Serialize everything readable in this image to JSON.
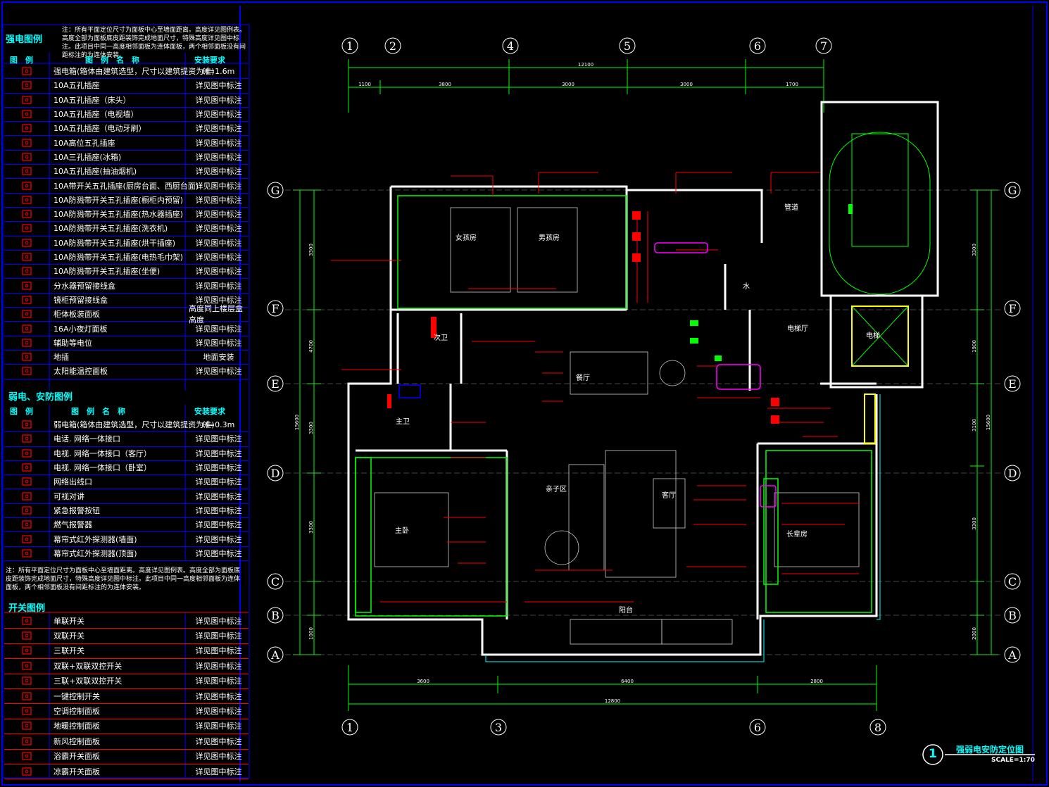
{
  "strong_legend": {
    "title": "强电图例",
    "note": "注：所有平面定位尺寸为面板中心至墙面距离。高度详见图例表。高度全部为面板底皮距装饰完成地面尺寸，特殊高度详见图中标注。此项目中同一高度相邻面板为连体面板，两个相邻面板没有间距标注的为连体安装。",
    "header": {
      "symbol": "图　例",
      "name": "图　例　名　称",
      "req": "安装要求"
    },
    "items": [
      {
        "name": "强电箱(箱体由建筑选型，尺寸以建筑提资为准)",
        "req": "H=1.6m"
      },
      {
        "name": "10A五孔插座",
        "req": "详见图中标注"
      },
      {
        "name": "10A五孔插座（床头）",
        "req": "详见图中标注"
      },
      {
        "name": "10A五孔插座（电视墙）",
        "req": "详见图中标注"
      },
      {
        "name": "10A五孔插座（电动牙刷）",
        "req": "详见图中标注"
      },
      {
        "name": "10A高位五孔插座",
        "req": "详见图中标注"
      },
      {
        "name": "10A三孔插座(冰箱)",
        "req": "详见图中标注"
      },
      {
        "name": "10A五孔插座(抽油烟机)",
        "req": "详见图中标注"
      },
      {
        "name": "10A带开关五孔插座(厨房台面、西厨台面)",
        "req": "详见图中标注"
      },
      {
        "name": "10A防溅带开关五孔插座(橱柜内预留)",
        "req": "详见图中标注"
      },
      {
        "name": "10A防溅带开关五孔插座(热水器插座)",
        "req": "详见图中标注"
      },
      {
        "name": "10A防溅带开关五孔插座(洗衣机)",
        "req": "详见图中标注"
      },
      {
        "name": "10A防溅带开关五孔插座(烘干插座)",
        "req": "详见图中标注"
      },
      {
        "name": "10A防溅带开关五孔插座(电热毛巾架)",
        "req": "详见图中标注"
      },
      {
        "name": "10A防溅带开关五孔插座(坐便)",
        "req": "详见图中标注"
      },
      {
        "name": "分水器预留接线盒",
        "req": "详见图中标注"
      },
      {
        "name": "镜柜预留接线盒",
        "req": "详见图中标注"
      },
      {
        "name": "柜体板装面板",
        "req": "高度同上楼层盒高度"
      },
      {
        "name": "16A小夜灯面板",
        "req": "详见图中标注"
      },
      {
        "name": "辅助等电位",
        "req": "详见图中标注"
      },
      {
        "name": "地插",
        "req": "地面安装"
      },
      {
        "name": "太阳能温控面板",
        "req": "详见图中标注"
      }
    ]
  },
  "weak_legend": {
    "title": "弱电、安防图例",
    "header": {
      "symbol": "图　例",
      "name": "图　例　名　称",
      "req": "安装要求"
    },
    "items": [
      {
        "name": "弱电箱(箱体由建筑选型，尺寸以建筑提资为准)",
        "req": "H=0.3m"
      },
      {
        "name": "电话. 网络一体接口",
        "req": "详见图中标注"
      },
      {
        "name": "电视. 网络一体接口（客厅）",
        "req": "详见图中标注"
      },
      {
        "name": "电视. 网络一体接口（卧室）",
        "req": "详见图中标注"
      },
      {
        "name": "网络出线口",
        "req": "详见图中标注"
      },
      {
        "name": "可视对讲",
        "req": "详见图中标注"
      },
      {
        "name": "紧急报警按钮",
        "req": "详见图中标注"
      },
      {
        "name": "燃气报警器",
        "req": "详见图中标注"
      },
      {
        "name": "幕帘式红外探测器(墙面)",
        "req": "详见图中标注"
      },
      {
        "name": "幕帘式红外探测器(顶面)",
        "req": "详见图中标注"
      }
    ],
    "note": "注：所有平面定位尺寸为面板中心至墙面距离。高度详见图例表。高度全部为面板底皮距装饰完成地面尺寸，特殊高度详见图中标注。此项目中同一高度相邻面板为连体面板，两个相邻面板没有间距标注的为连体安装。"
  },
  "switch_legend": {
    "title": "开关图例",
    "items": [
      {
        "name": "单联开关",
        "req": "详见图中标注"
      },
      {
        "name": "双联开关",
        "req": "详见图中标注"
      },
      {
        "name": "三联开关",
        "req": "详见图中标注"
      },
      {
        "name": "双联+双联双控开关",
        "req": "详见图中标注"
      },
      {
        "name": "三联+双联双控开关",
        "req": "详见图中标注"
      },
      {
        "name": "一键控制开关",
        "req": "详见图中标注"
      },
      {
        "name": "空调控制面板",
        "req": "详见图中标注"
      },
      {
        "name": "地暖控制面板",
        "req": "详见图中标注"
      },
      {
        "name": "新风控制面板",
        "req": "详见图中标注"
      },
      {
        "name": "浴霸开关面板",
        "req": "详见图中标注"
      },
      {
        "name": "凉霸开关面板",
        "req": "详见图中标注"
      }
    ]
  },
  "grid_top": [
    "1",
    "2",
    "4",
    "5",
    "6",
    "7"
  ],
  "grid_bottom": [
    "1",
    "3",
    "6",
    "8"
  ],
  "grid_rows": [
    "G",
    "F",
    "E",
    "D",
    "C",
    "B",
    "A"
  ],
  "dims_top": {
    "total": "12100",
    "segments": [
      "1100",
      "3800",
      "3000",
      "3000",
      "1700"
    ]
  },
  "dims_bottom": {
    "total": "12800",
    "segments": [
      "3600",
      "6400",
      "2800"
    ]
  },
  "dims_left": {
    "total": "15600",
    "segments": [
      "3300",
      "4700",
      "3300",
      "3300",
      "1000"
    ]
  },
  "dims_right": {
    "total": "15600",
    "segments": [
      "3300",
      "1900",
      "3100",
      "3300",
      "2000"
    ]
  },
  "rooms": {
    "girl": "女孩房",
    "boy": "男孩房",
    "second_bath": "次卫",
    "master_bath": "主卫",
    "dining": "餐厅",
    "living": "客厅",
    "family": "亲子区",
    "master": "主卧",
    "elder": "长辈房",
    "balcony": "阳台",
    "elevator_hall": "电梯厅",
    "elevator": "电梯",
    "water": "水",
    "shaft": "管道"
  },
  "title_block": {
    "number": "1",
    "title": "强弱电安防定位图",
    "scale": "SCALE=1:70"
  },
  "colors": {
    "wall": "#ffffff",
    "red": "#ff0000",
    "green": "#00ff00",
    "cyan": "#00ffff",
    "yellow": "#ffff00",
    "magenta": "#ff00ff",
    "border": "#0000ff"
  }
}
